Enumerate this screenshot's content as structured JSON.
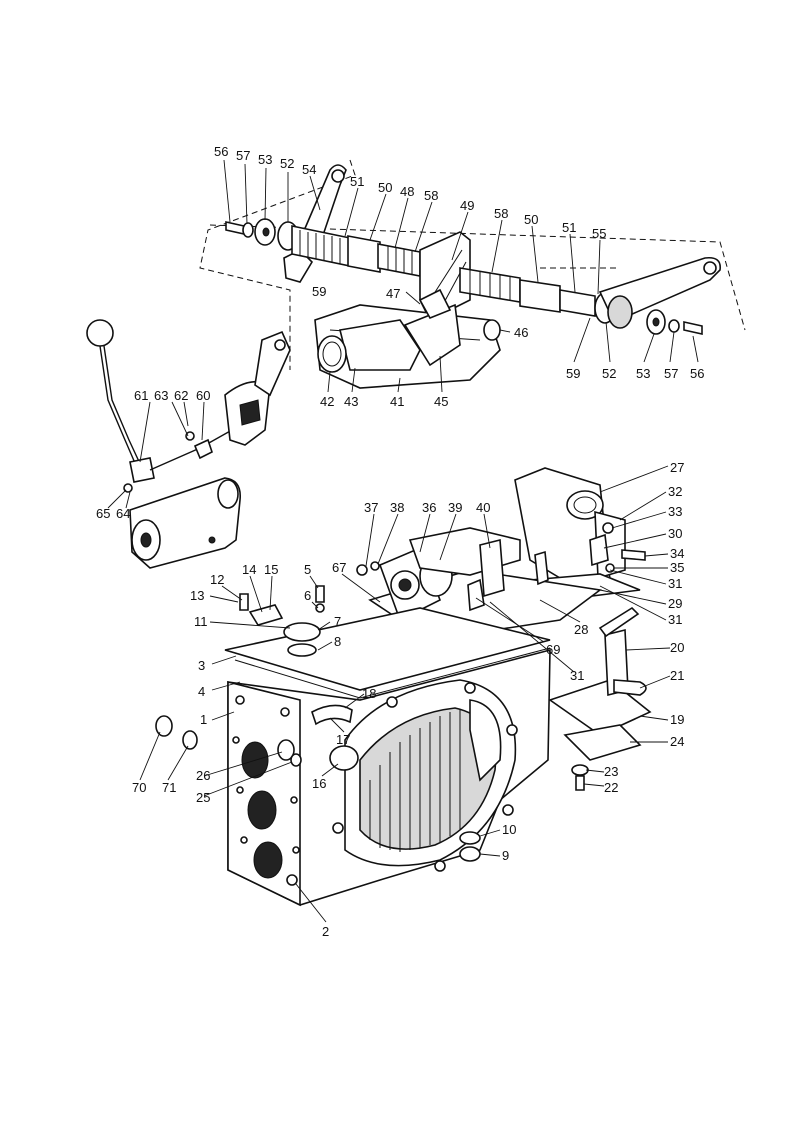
{
  "labels": {
    "l56a": "56",
    "l57a": "57",
    "l53a": "53",
    "l52a": "52",
    "l54": "54",
    "l51a": "51",
    "l50a": "50",
    "l48": "48",
    "l58a": "58",
    "l49": "49",
    "l58b": "58",
    "l50b": "50",
    "l51b": "51",
    "l55": "55",
    "l59a": "59",
    "l47": "47",
    "l46": "46",
    "l59b": "59",
    "l52b": "52",
    "l53b": "53",
    "l57b": "57",
    "l56b": "56",
    "l42": "42",
    "l43": "43",
    "l41": "41",
    "l45": "45",
    "l61": "61",
    "l63": "63",
    "l62": "62",
    "l60": "60",
    "l65": "65",
    "l64": "64",
    "l27": "27",
    "l32": "32",
    "l33": "33",
    "l30": "30",
    "l34": "34",
    "l35": "35",
    "l31a": "31",
    "l29": "29",
    "l31b": "31",
    "l28": "28",
    "l37": "37",
    "l38": "38",
    "l36": "36",
    "l39": "39",
    "l40": "40",
    "l67": "67",
    "l69": "69",
    "l31c": "31",
    "l12": "12",
    "l14": "14",
    "l15": "15",
    "l5": "5",
    "l13": "13",
    "l6": "6",
    "l7": "7",
    "l11": "11",
    "l8": "8",
    "l3": "3",
    "l20": "20",
    "l21": "21",
    "l4": "4",
    "l18": "18",
    "l19": "19",
    "l1": "1",
    "l17": "17",
    "l24": "24",
    "l70": "70",
    "l71": "71",
    "l26": "26",
    "l16": "16",
    "l25": "25",
    "l23": "23",
    "l22": "22",
    "l10": "10",
    "l9": "9",
    "l2": "2"
  }
}
